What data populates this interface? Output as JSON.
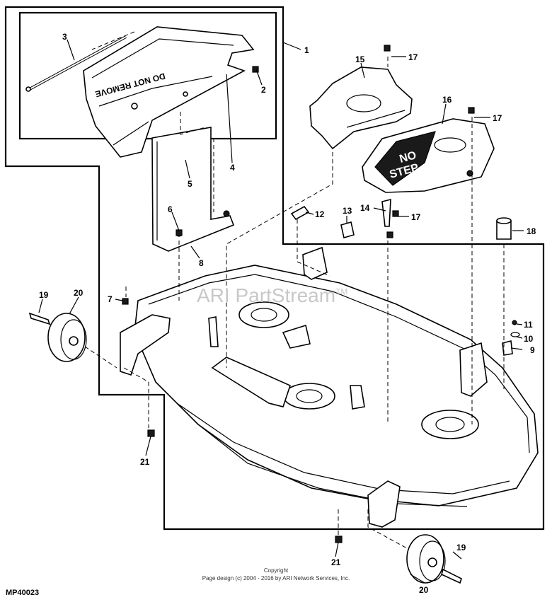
{
  "figure_id": "MP40023",
  "watermark": {
    "text": "ARI PartStream",
    "mark": "TM"
  },
  "copyright": {
    "line1": "Copyright",
    "line2": "Page design (c) 2004 - 2016 by ARI Network Services, Inc."
  },
  "decal_texts": {
    "chute_label": "DO NOT REMOVE",
    "shield_label_1": "NO",
    "shield_label_2": "STEP"
  },
  "callouts": [
    {
      "id": "c1",
      "label": "1"
    },
    {
      "id": "c2",
      "label": "2"
    },
    {
      "id": "c3",
      "label": "3"
    },
    {
      "id": "c4",
      "label": "4"
    },
    {
      "id": "c5",
      "label": "5"
    },
    {
      "id": "c6",
      "label": "6"
    },
    {
      "id": "c7",
      "label": "7"
    },
    {
      "id": "c8",
      "label": "8"
    },
    {
      "id": "c9",
      "label": "9"
    },
    {
      "id": "c10",
      "label": "10"
    },
    {
      "id": "c11",
      "label": "11"
    },
    {
      "id": "c12",
      "label": "12"
    },
    {
      "id": "c13",
      "label": "13"
    },
    {
      "id": "c14",
      "label": "14"
    },
    {
      "id": "c15",
      "label": "15"
    },
    {
      "id": "c16",
      "label": "16"
    },
    {
      "id": "c17a",
      "label": "17"
    },
    {
      "id": "c17b",
      "label": "17"
    },
    {
      "id": "c17c",
      "label": "17"
    },
    {
      "id": "c18",
      "label": "18"
    },
    {
      "id": "c19a",
      "label": "19"
    },
    {
      "id": "c19b",
      "label": "19"
    },
    {
      "id": "c20a",
      "label": "20"
    },
    {
      "id": "c20b",
      "label": "20"
    },
    {
      "id": "c21a",
      "label": "21"
    },
    {
      "id": "c21b",
      "label": "21"
    }
  ]
}
